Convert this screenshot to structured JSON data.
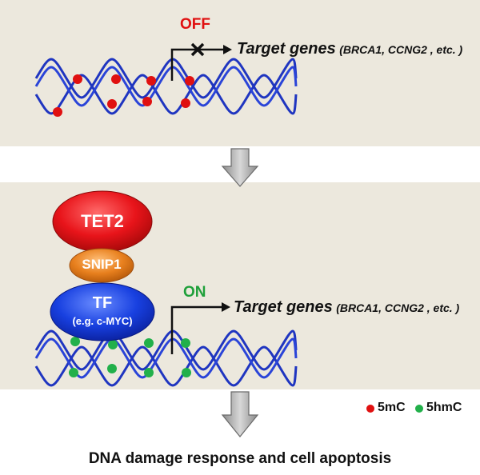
{
  "top_panel": {
    "status": "OFF",
    "target_label": "Target genes",
    "genes_label": "(BRCA1, CCNG2 , etc. )"
  },
  "bottom_panel": {
    "proteins": {
      "tet2": "TET2",
      "snip1": "SNIP1",
      "tf": "TF",
      "tf_example": "(e.g. c-MYC)"
    },
    "status": "ON",
    "target_label": "Target genes",
    "genes_label": "(BRCA1, CCNG2 , etc. )"
  },
  "legend": {
    "methyl": "5mC",
    "hydroxymethyl": "5hmC"
  },
  "outcome": "DNA damage response and cell apoptosis",
  "colors": {
    "panel": "#ece8dd",
    "dna": "#1f35c0",
    "methyl_dot": "#e01010",
    "hydroxymethyl_dot": "#22b04a",
    "tet2": "#e8141a",
    "snip1": "#e8801e",
    "tf": "#1840e0",
    "arrow": "#a8a8a8"
  }
}
